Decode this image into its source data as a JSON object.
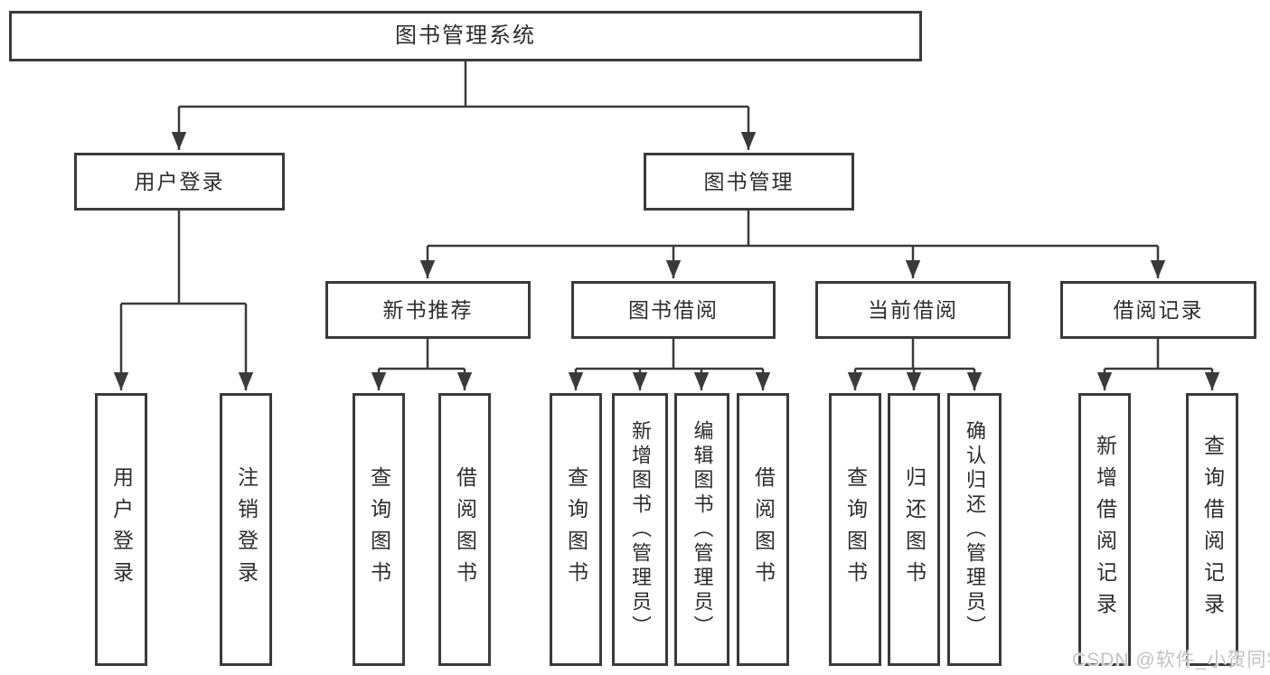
{
  "diagram": {
    "root": {
      "label": "图书管理系统"
    },
    "level2": [
      {
        "label": "用户登录"
      },
      {
        "label": "图书管理"
      }
    ],
    "level3": [
      {
        "label": "新书推荐"
      },
      {
        "label": "图书借阅"
      },
      {
        "label": "当前借阅"
      },
      {
        "label": "借阅记录"
      }
    ],
    "leaves": {
      "user_login": [
        "用户登录",
        "注销登录"
      ],
      "new_books": [
        "查询图书",
        "借阅图书"
      ],
      "book_borrow": [
        "查询图书",
        "新增图书（管理员）",
        "编辑图书（管理员）",
        "借阅图书"
      ],
      "current_borrow": [
        "查询图书",
        "归还图书",
        "确认归还（管理员）"
      ],
      "borrow_records": [
        "新增借阅记录",
        "查询借阅记录"
      ]
    }
  },
  "watermark": "CSDN @软件_小贺同学",
  "colors": {
    "line": "#3a3a3a",
    "box_border": "#3a3a3a",
    "text": "#2d2d2d",
    "watermark": "#c3c3c3",
    "background": "#ffffff"
  }
}
